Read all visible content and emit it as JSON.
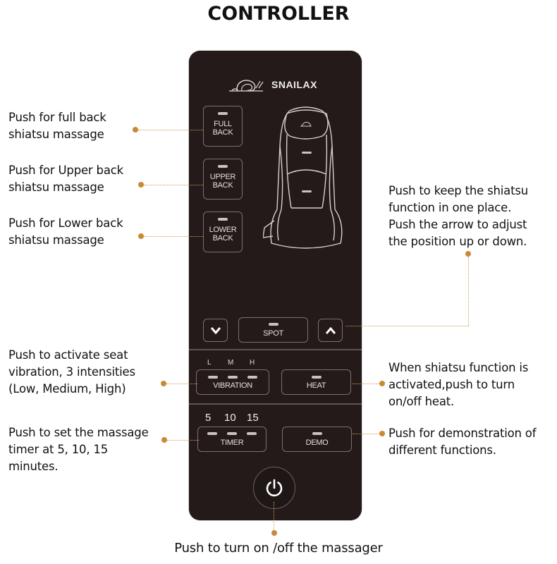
{
  "title": "CONTROLLER",
  "brand": {
    "name": "SNAILAX",
    "logo_icon": "snail-logo-icon"
  },
  "remote": {
    "buttons": {
      "full_back": {
        "line1": "FULL",
        "line2": "BACK"
      },
      "upper_back": {
        "line1": "UPPER",
        "line2": "BACK"
      },
      "lower_back": {
        "line1": "LOWER",
        "line2": "BACK"
      },
      "down": {
        "icon": "chevron-down-icon"
      },
      "spot": {
        "label": "SPOT"
      },
      "up": {
        "icon": "chevron-up-icon"
      },
      "vibration": {
        "label": "VIBRATION",
        "levels": [
          "L",
          "M",
          "H"
        ]
      },
      "heat": {
        "label": "HEAT"
      },
      "timer": {
        "label": "TIMER",
        "options": [
          "5",
          "10",
          "15"
        ]
      },
      "demo": {
        "label": "DEMO"
      },
      "power": {
        "icon": "power-icon"
      }
    },
    "colors": {
      "body": "#241a19",
      "border": "#7a7070",
      "led": "#c9c2be",
      "accent_line": "#c98a35"
    }
  },
  "annotations": {
    "full_back": [
      "Push for full back",
      "shiatsu massage"
    ],
    "upper_back": [
      "Push for Upper back",
      "shiatsu massage"
    ],
    "lower_back": [
      "Push for Lower back",
      "shiatsu massage"
    ],
    "spot": [
      "Push to keep the shiatsu",
      "function in one place.",
      "Push the arrow to adjust",
      "the position up or down."
    ],
    "vibration": [
      "Push to activate seat",
      "vibration, 3 intensities",
      "(Low, Medium, High)"
    ],
    "heat": [
      "When shiatsu function is",
      "activated,push to turn",
      "on/off heat."
    ],
    "timer": [
      "Push to set the massage",
      "timer at 5, 10, 15",
      "minutes."
    ],
    "demo": [
      "Push for demonstration of",
      "different functions."
    ],
    "power": [
      "Push to turn on /off the massager"
    ]
  }
}
